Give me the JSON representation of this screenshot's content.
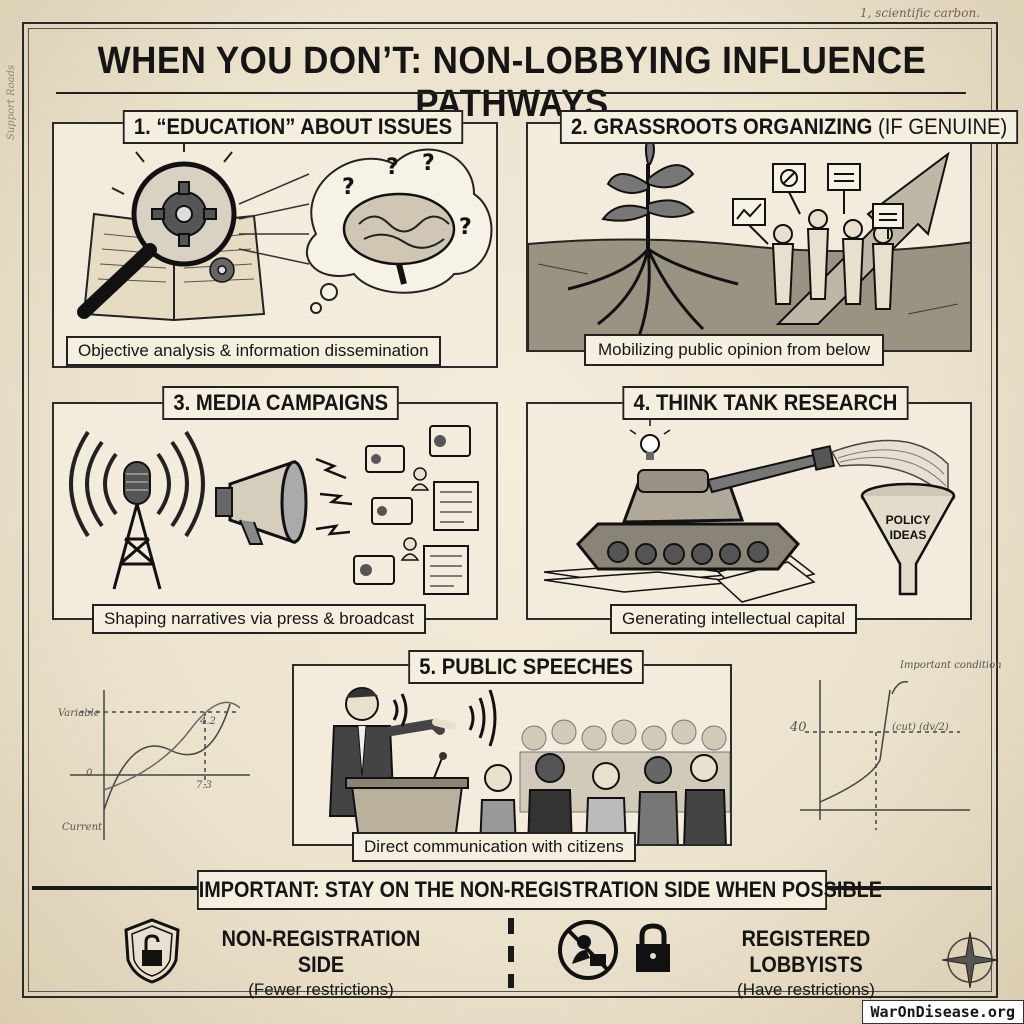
{
  "title": "WHEN YOU DON’T: NON-LOBBYING INFLUENCE PATHWAYS",
  "corner_note": "1, scientific carbon.",
  "side_note": "Support Roads",
  "panels": [
    {
      "title": "1. “EDUCATION” ABOUT ISSUES",
      "caption": "Objective analysis & information dissemination"
    },
    {
      "title": "2. GRASSROOTS ORGANIZING",
      "title_suffix": "(IF GENUINE)",
      "caption": "Mobilizing public opinion from below"
    },
    {
      "title": "3. MEDIA CAMPAIGNS",
      "caption": "Shaping narratives via press & broadcast"
    },
    {
      "title": "4. THINK TANK RESEARCH",
      "caption": "Generating intellectual capital",
      "funnel_label_1": "POLICY",
      "funnel_label_2": "IDEAS"
    },
    {
      "title": "5. PUBLIC SPEECHES",
      "caption": "Direct communication with citizens"
    }
  ],
  "banner": "IMPORTANT: STAY ON THE NON-REGISTRATION SIDE WHEN POSSIBLE",
  "left_side": {
    "heading": "NON-REGISTRATION SIDE",
    "sub": "(Fewer restrictions)"
  },
  "right_side": {
    "heading": "REGISTERED LOBBYISTS",
    "sub": "(Have restrictions)"
  },
  "left_chart": {
    "label_top": "Variable",
    "label_top_right": "4.2",
    "label_zero": "0",
    "label_x": "7.3",
    "label_bottom": "Current"
  },
  "right_chart": {
    "note": "Important condition",
    "label_40": "40",
    "label_formula": "(cut) (dv/2)"
  },
  "watermark": "WarOnDisease.org"
}
